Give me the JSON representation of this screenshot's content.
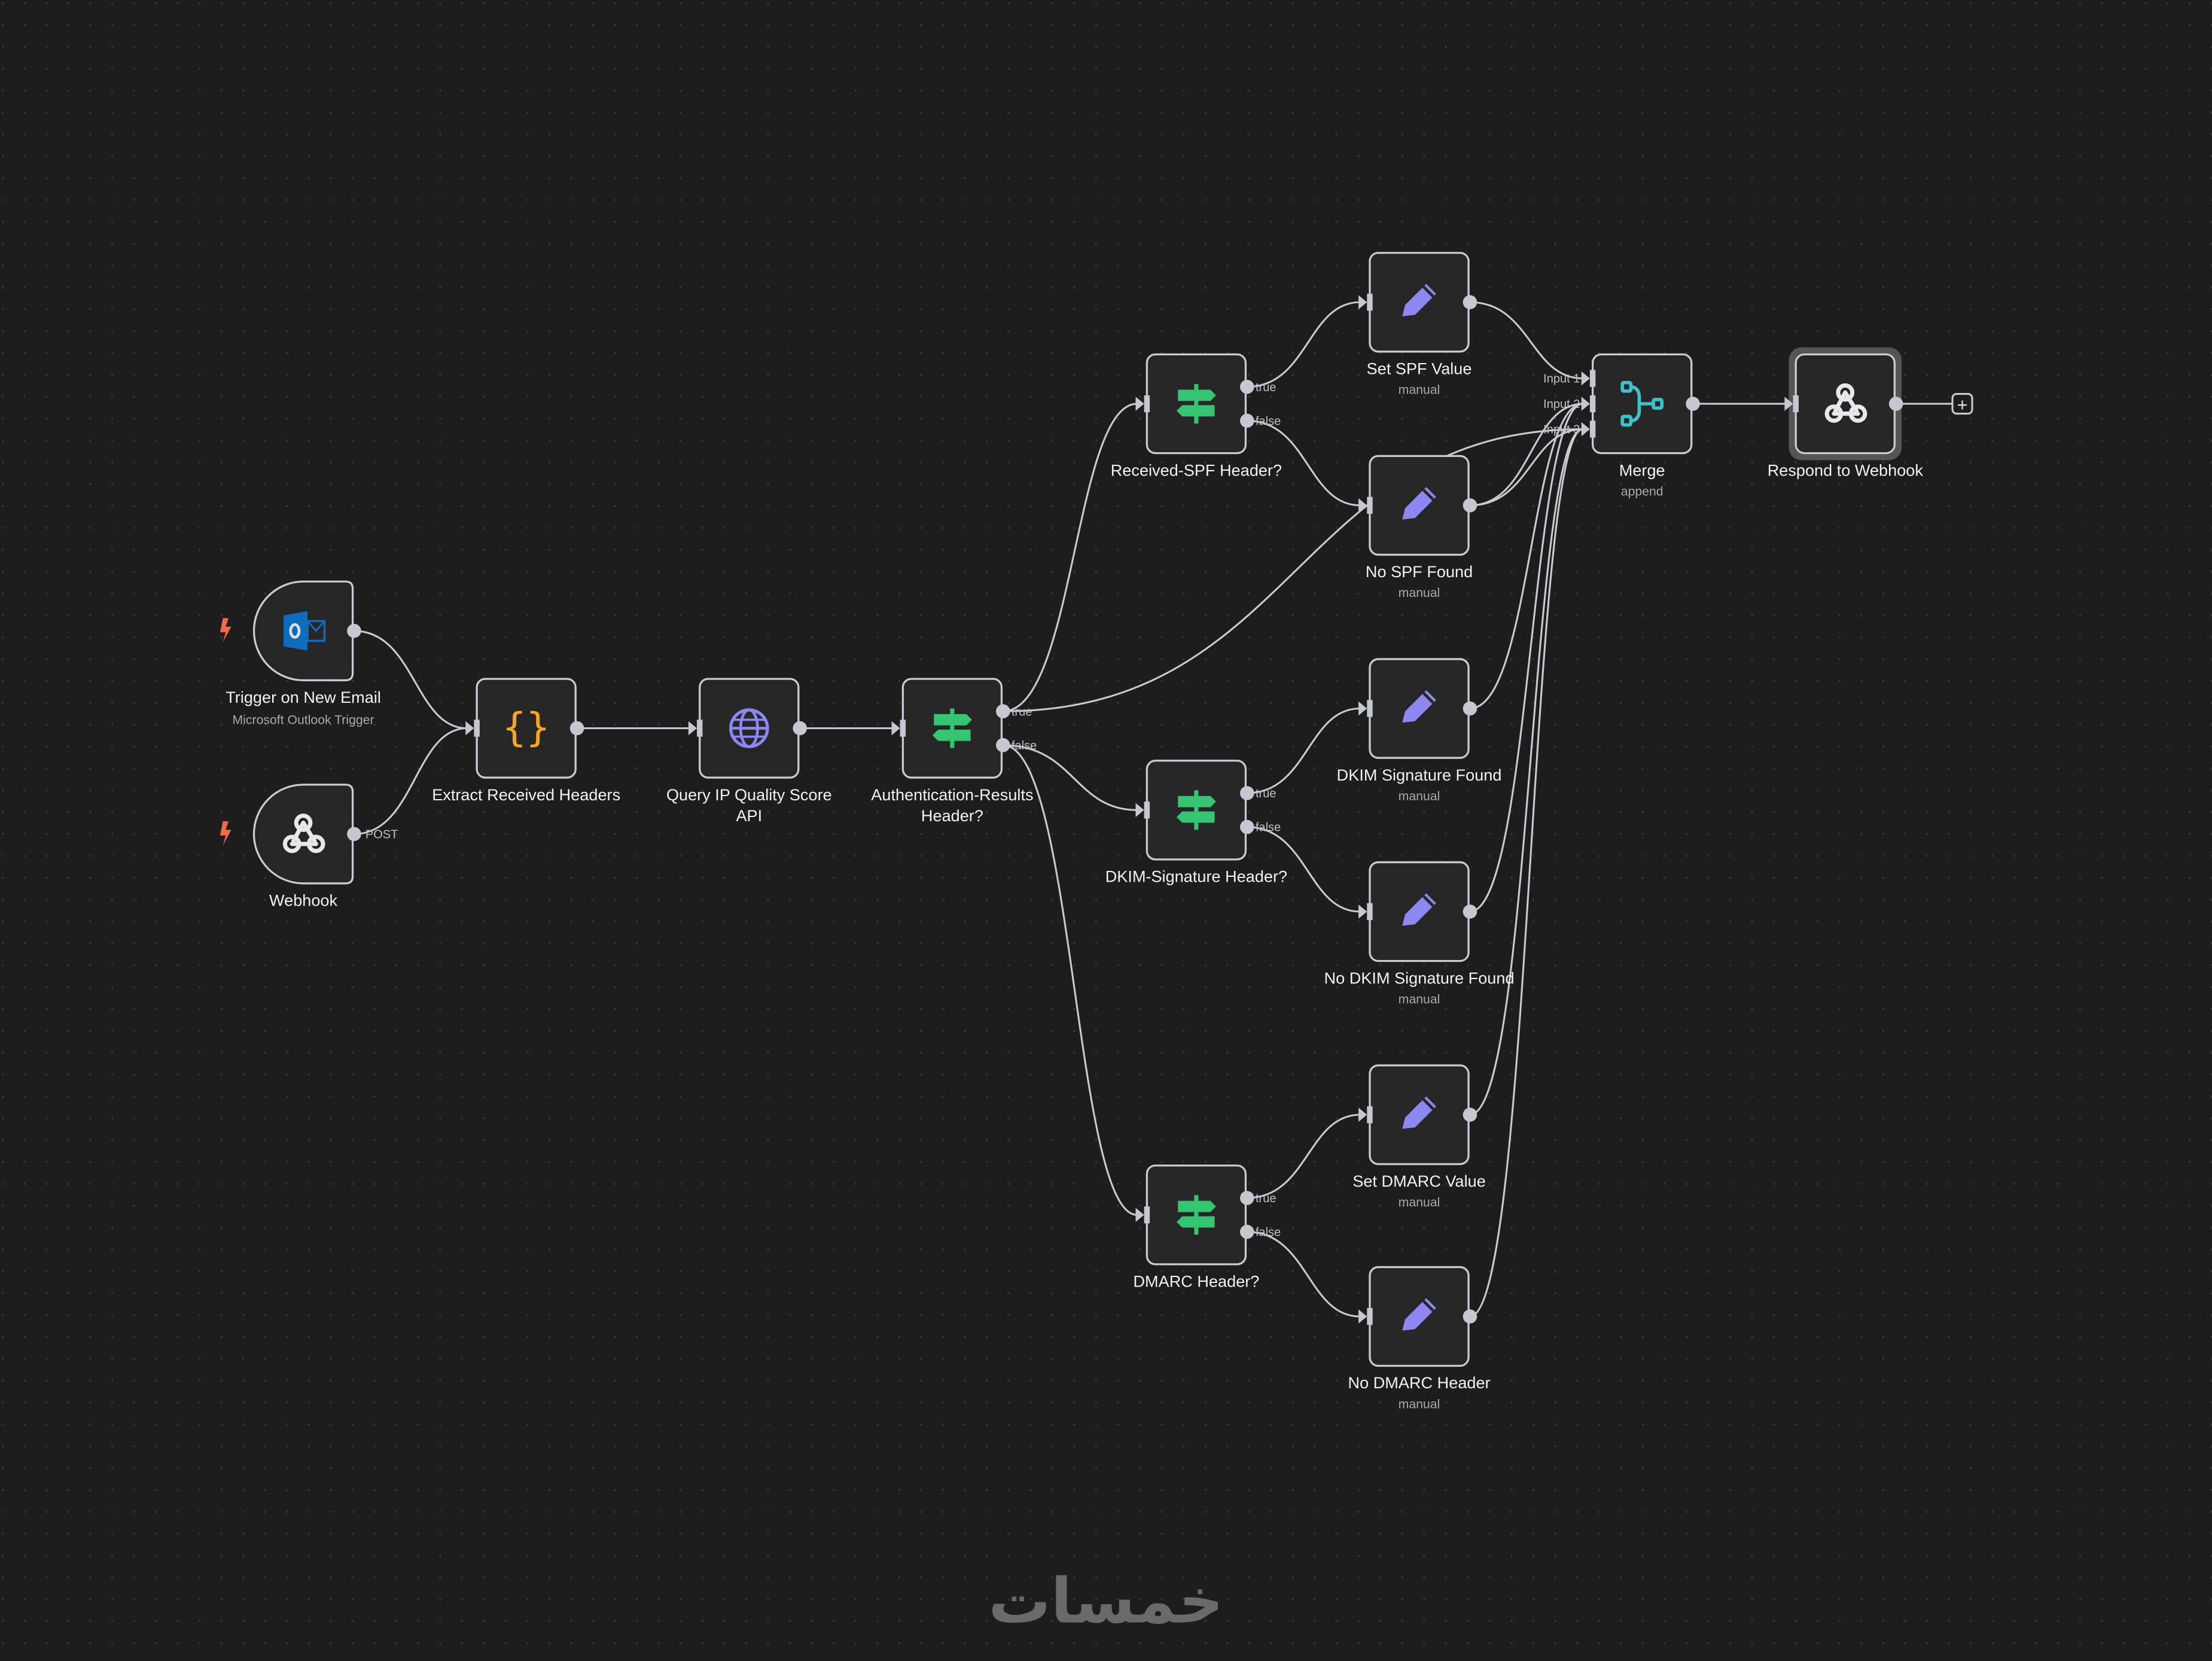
{
  "canvas": {
    "background": "#1d1d1d",
    "grid_dot_color": "#3a3a3a"
  },
  "nodes": [
    {
      "id": "trigger",
      "label": "Trigger on New Email",
      "subtitle": "Microsoft Outlook Trigger",
      "icon": "outlook-icon",
      "type": "trigger"
    },
    {
      "id": "webhook",
      "label": "Webhook",
      "icon": "webhook-icon",
      "type": "trigger",
      "output_label": "POST"
    },
    {
      "id": "extract",
      "label": "Extract Received Headers",
      "icon": "code-braces-icon"
    },
    {
      "id": "query",
      "label": "Query IP Quality Score",
      "label2": "API",
      "icon": "globe-icon"
    },
    {
      "id": "auth",
      "label": "Authentication-Results",
      "label2": "Header?",
      "icon": "signpost-icon",
      "outputs": [
        "true",
        "false"
      ]
    },
    {
      "id": "spfif",
      "label": "Received-SPF Header?",
      "icon": "signpost-icon",
      "outputs": [
        "true",
        "false"
      ]
    },
    {
      "id": "setspf",
      "label": "Set SPF Value",
      "subtitle": "manual",
      "icon": "pencil-icon"
    },
    {
      "id": "nospf",
      "label": "No SPF Found",
      "subtitle": "manual",
      "icon": "pencil-icon"
    },
    {
      "id": "dkimfound",
      "label": "DKIM Signature Found",
      "subtitle": "manual",
      "icon": "pencil-icon"
    },
    {
      "id": "dkimif",
      "label": "DKIM-Signature Header?",
      "icon": "signpost-icon",
      "outputs": [
        "true",
        "false"
      ]
    },
    {
      "id": "nodkim",
      "label": "No DKIM Signature Found",
      "subtitle": "manual",
      "icon": "pencil-icon"
    },
    {
      "id": "setdmarc",
      "label": "Set DMARC Value",
      "subtitle": "manual",
      "icon": "pencil-icon"
    },
    {
      "id": "dmarcif",
      "label": "DMARC Header?",
      "icon": "signpost-icon",
      "outputs": [
        "true",
        "false"
      ]
    },
    {
      "id": "nodmarc",
      "label": "No DMARC Header",
      "subtitle": "manual",
      "icon": "pencil-icon"
    },
    {
      "id": "merge",
      "label": "Merge",
      "subtitle": "append",
      "icon": "merge-icon",
      "inputs": [
        "Input 1",
        "Input 2",
        "Input 3"
      ]
    },
    {
      "id": "respond",
      "label": "Respond to Webhook",
      "icon": "webhook-icon",
      "selected": true
    }
  ],
  "edges": [
    {
      "from": "trigger",
      "to": "extract"
    },
    {
      "from": "webhook",
      "to": "extract"
    },
    {
      "from": "extract",
      "to": "query"
    },
    {
      "from": "query",
      "to": "auth"
    },
    {
      "from": "auth",
      "out": 0,
      "to": "spfif"
    },
    {
      "from": "auth",
      "out": 0,
      "to": "merge",
      "in": 2
    },
    {
      "from": "auth",
      "out": 1,
      "to": "dkimif"
    },
    {
      "from": "auth",
      "out": 1,
      "to": "dmarcif"
    },
    {
      "from": "spfif",
      "out": 0,
      "to": "setspf"
    },
    {
      "from": "spfif",
      "out": 1,
      "to": "nospf"
    },
    {
      "from": "dkimif",
      "out": 0,
      "to": "dkimfound"
    },
    {
      "from": "dkimif",
      "out": 1,
      "to": "nodkim"
    },
    {
      "from": "dmarcif",
      "out": 0,
      "to": "setdmarc"
    },
    {
      "from": "dmarcif",
      "out": 1,
      "to": "nodmarc"
    },
    {
      "from": "setspf",
      "to": "merge",
      "in": 0
    },
    {
      "from": "nospf",
      "to": "merge",
      "in": 1
    },
    {
      "from": "nospf",
      "to": "merge",
      "in": 2
    },
    {
      "from": "dkimfound",
      "to": "merge",
      "in": 1
    },
    {
      "from": "nodkim",
      "to": "merge",
      "in": 1
    },
    {
      "from": "setdmarc",
      "to": "merge",
      "in": 2
    },
    {
      "from": "nodmarc",
      "to": "merge",
      "in": 2
    },
    {
      "from": "merge",
      "to": "respond"
    }
  ],
  "add_node_button": "+",
  "watermark": "خمسات",
  "colors": {
    "pencil": "#8d87f2",
    "signpost": "#35c46f",
    "globe": "#8d87f2",
    "braces": "#f5a623",
    "merge": "#3fc1c9",
    "outlook": "#0f6cbd",
    "bolt": "#ef6a4f"
  }
}
